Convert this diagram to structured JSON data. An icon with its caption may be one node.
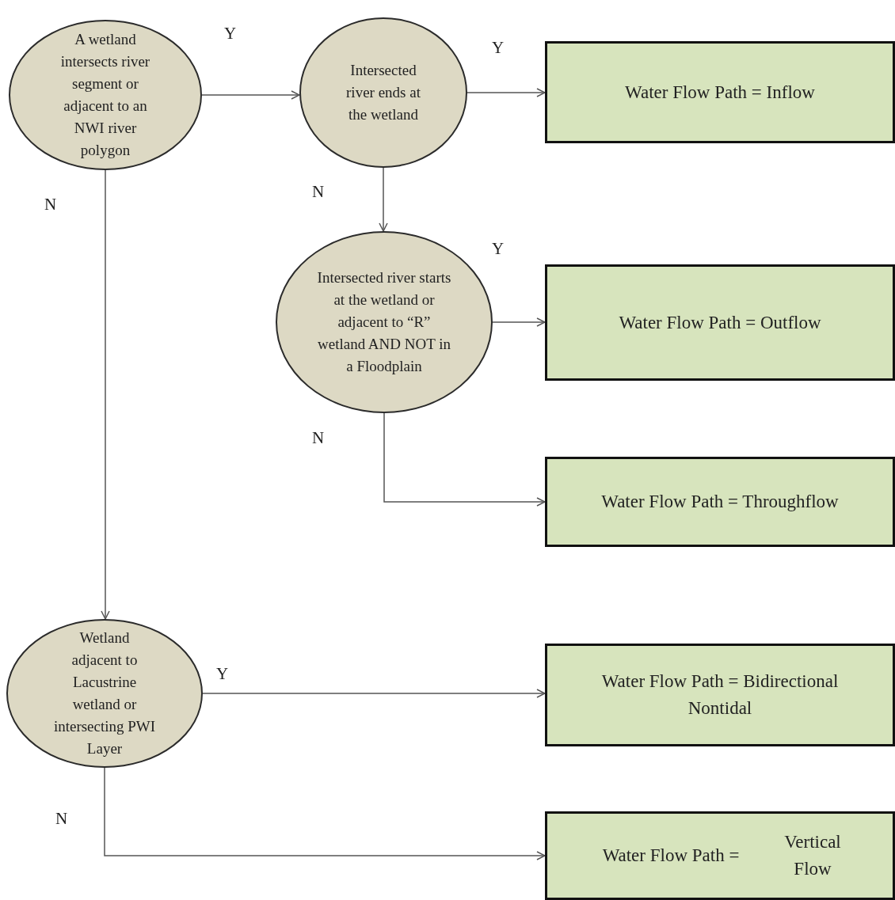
{
  "diagram": {
    "nodes": [
      {
        "text": [
          "A wetland intersects river segment or adjacent to an NWI river polygon"
        ]
      },
      {
        "text": [
          "Intersected river ends at the wetland"
        ]
      },
      {
        "text": [
          "Water Flow Path = Inflow"
        ]
      },
      {
        "text": [
          "Intersected river starts at the wetland or adjacent to “R” wetland AND NOT in a Floodplain"
        ]
      },
      {
        "text": [
          "Water Flow Path = Outflow"
        ]
      },
      {
        "text": [
          "Water Flow Path = Throughflow"
        ]
      },
      {
        "text": [
          "Wetland adjacent to Lacustrine wetland or intersecting PWI Layer"
        ]
      },
      {
        "text": [
          "Water Flow Path = Bidirectional Nontidal"
        ]
      },
      {
        "text": [
          "Water Flow Path =",
          "Vertical Flow"
        ]
      }
    ],
    "edges": [
      {
        "from": 0,
        "to": 1,
        "arrow": "to",
        "label": "Y"
      },
      {
        "from": 1,
        "to": 2,
        "arrow": "to",
        "label": "Y"
      },
      {
        "from": 1,
        "to": 3,
        "arrow": "to",
        "label": "N"
      },
      {
        "from": 3,
        "to": 4,
        "arrow": "to",
        "label": "Y"
      },
      {
        "from": 3,
        "to": 5,
        "arrow": "to",
        "label": "N"
      },
      {
        "from": 0,
        "to": 6,
        "arrow": "to",
        "label": "N"
      },
      {
        "from": 6,
        "to": 7,
        "arrow": "to",
        "label": "Y"
      },
      {
        "from": 6,
        "to": 8,
        "arrow": "to",
        "label": "N"
      }
    ]
  }
}
